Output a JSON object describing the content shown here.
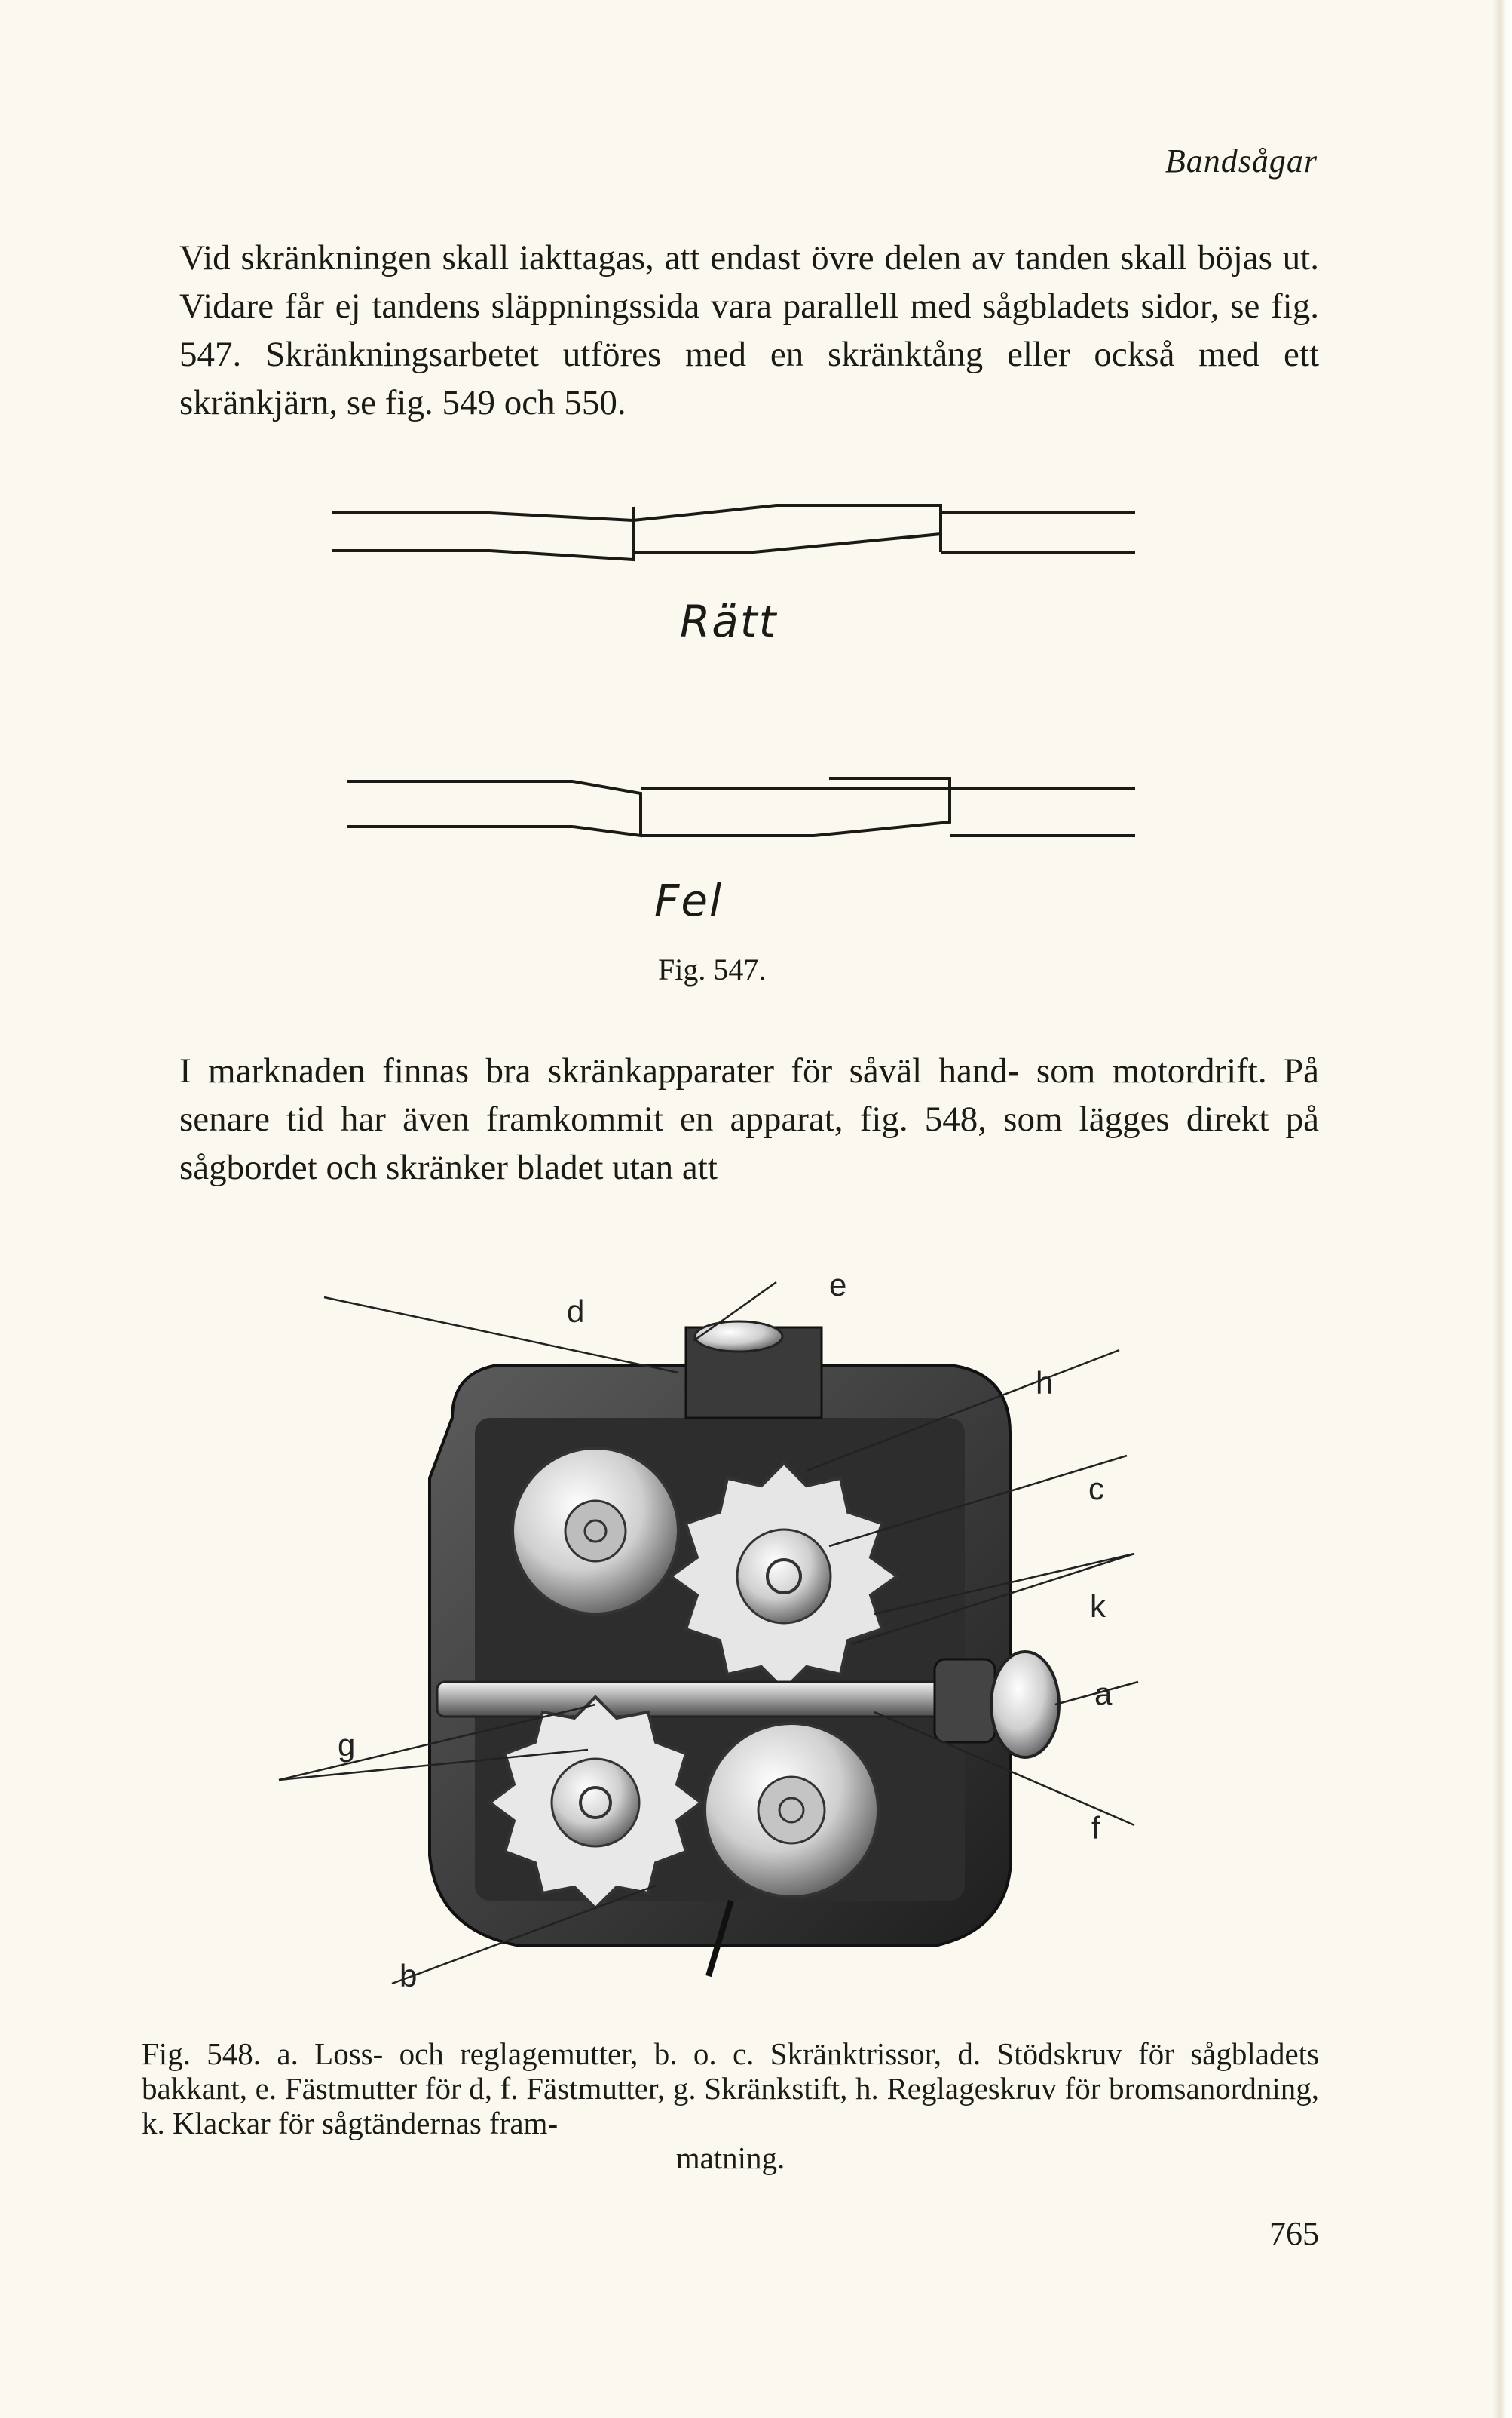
{
  "header": {
    "running_title": "Bandsågar"
  },
  "paragraph1": "Vid skränkningen skall iakttagas, att endast övre delen av tanden skall böjas ut. Vidare får ej tandens släppningssida vara parallell med sågbladets sidor, se fig. 547. Skränkningsarbetet utföres med en skränktång eller också med ett skränkjärn, se fig. 549 och 550.",
  "figure547": {
    "label_correct": "Rätt",
    "label_wrong": "Fel",
    "caption": "Fig. 547."
  },
  "paragraph2": "I marknaden finnas bra skränkapparater för såväl hand- som motordrift. På senare tid har även framkommit en apparat, fig. 548, som lägges direkt på sågbordet och skränker bladet utan att",
  "figure548": {
    "callouts": {
      "d": "d",
      "e": "e",
      "h": "h",
      "c": "c",
      "k": "k",
      "a": "a",
      "g": "g",
      "f": "f",
      "b": "b"
    },
    "caption_main": "Fig. 548. a. Loss- och reglagemutter, b. o. c. Skränktrissor, d. Stödskruv för sågbladets bakkant, e. Fästmutter för d, f. Fästmutter, g. Skränkstift, h. Reglageskruv för bromsanordning, k. Klackar för sågtändernas fram-",
    "caption_last": "matning."
  },
  "page_number": "765"
}
